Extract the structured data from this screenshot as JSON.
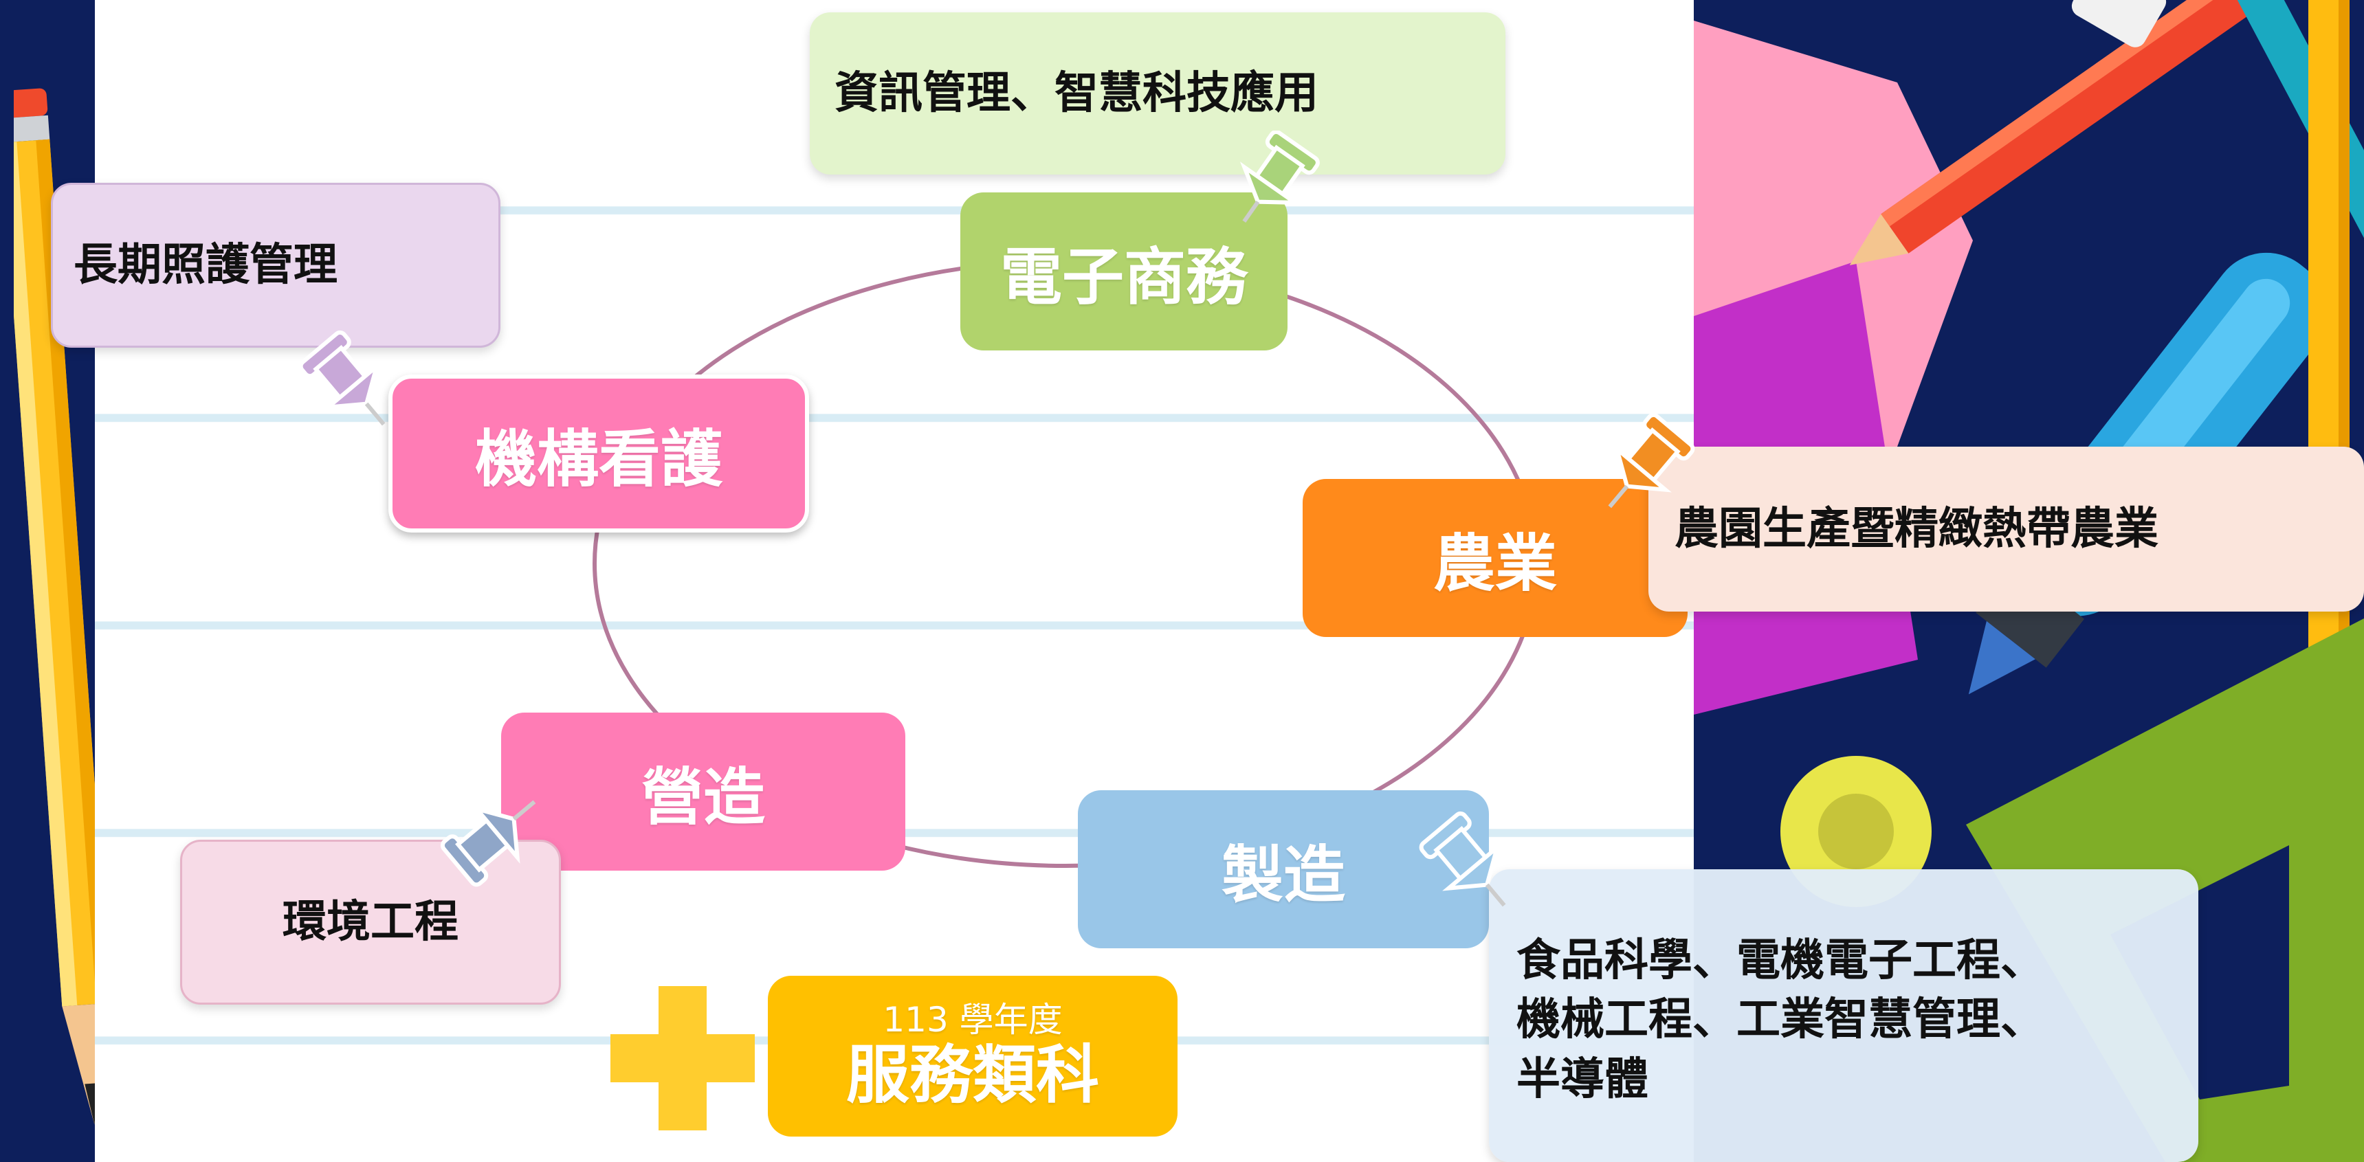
{
  "center": {
    "year": "113 學年度",
    "title": "服務類科"
  },
  "categories": {
    "ecommerce": "電子商務",
    "nursing": "機構看護",
    "agriculture": "農業",
    "construction": "營造",
    "manufacturing": "製造"
  },
  "notes": {
    "info": "資訊管理、智慧科技應用",
    "longterm_care": "長期照護管理",
    "farm": "農園生產暨精緻熱帶農業",
    "environment": "環境工程",
    "manufacturing_line1": "食品科學、電機電子工程、",
    "manufacturing_line2": "機械工程、工業智慧管理、",
    "manufacturing_line3": "半導體"
  },
  "colors": {
    "background": "#0d1f5c",
    "ecommerce": "#b1d36c",
    "nursing": "#ff7cb5",
    "agriculture": "#ff8a1b",
    "construction": "#ff7cb5",
    "manufacturing": "#99c6e8",
    "service": "#ffc000",
    "ring": "#b57a9a"
  }
}
